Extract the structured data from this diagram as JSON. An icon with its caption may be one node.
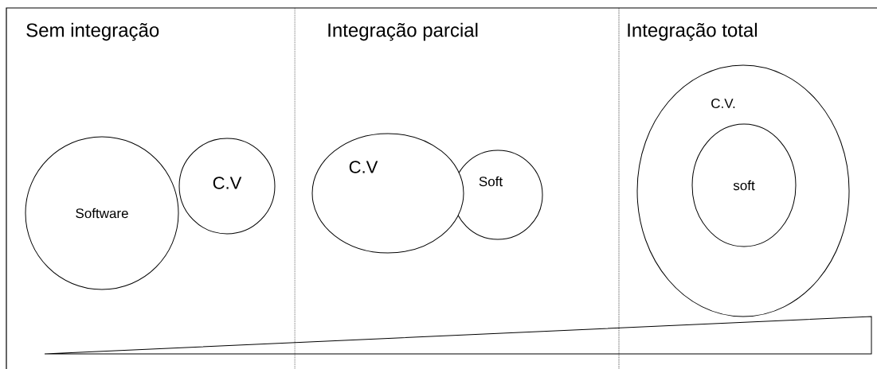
{
  "diagram": {
    "nodes": [
      {
        "text": [
          "Software"
        ]
      },
      {
        "text": [
          "C.V"
        ]
      },
      {
        "text": [
          "C.V"
        ]
      },
      {
        "text": [
          "Soft"
        ]
      },
      {
        "text": [
          "C.V."
        ]
      },
      {
        "text": [
          "soft"
        ],
        "in": 4
      }
    ],
    "labels": [
      "Sem integração",
      "Integração parcial",
      "Integração total"
    ]
  }
}
